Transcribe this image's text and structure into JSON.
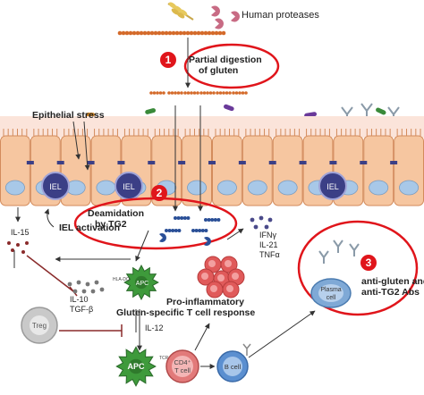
{
  "labels": {
    "human_proteases": "Human proteases",
    "partial_digestion_line1": "Partial digestion",
    "partial_digestion_line2": "of gluten",
    "epithelial_stress": "Epithelial stress",
    "iel": "IEL",
    "deamidation_line1": "Deamidation",
    "deamidation_line2": "by TG2",
    "il15": "IL-15",
    "iel_activation": "IEL activation",
    "apc": "APC",
    "hla_dq": "HLA-DQ",
    "il10": "IL-10",
    "tgfb": "TGF-β",
    "treg": "Treg",
    "il12": "IL-12",
    "ifng": "IFNγ",
    "il21": "IL-21",
    "tnfa": "TNFα",
    "proinflam_line1": "Pro-inflammatory",
    "proinflam_line2": "Gluten-specific T cell response",
    "cd4_line1": "CD4⁺",
    "cd4_line2": "T cell",
    "b_cell": "B cell",
    "plasma_line1": "Plasma",
    "plasma_line2": "cell",
    "antibodies_line1": "anti-gluten and",
    "antibodies_line2": "anti-TG2 Abs",
    "tcr": "TCR"
  },
  "steps": [
    "1",
    "2",
    "3"
  ],
  "colors": {
    "highlight_red": "#e0151b",
    "enterocyte_fill": "#f6c6a0",
    "enterocyte_stroke": "#d38b5c",
    "iel_fill": "#3b3f86",
    "apc_green": "#3e9a3b",
    "plasma_blue": "#7fa9d6",
    "peptide_orange": "#d46a2a",
    "gliadin_blue": "#2a4f97",
    "treg_grey": "#b8b8b8",
    "rbc_red": "#e05a5a"
  },
  "icons": [
    "wheat-icon",
    "protease-icon",
    "antibody-icon"
  ]
}
